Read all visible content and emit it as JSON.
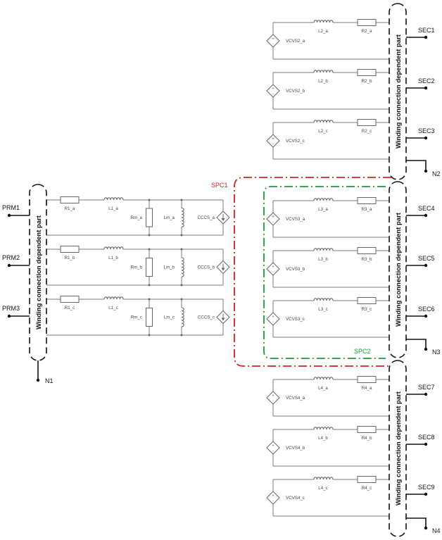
{
  "winding_label": "Winding connection dependent part",
  "primary": {
    "terminals": [
      "PRM1",
      "PRM2",
      "PRM3"
    ],
    "neutral": "N1",
    "phases": [
      {
        "r": "R1_a",
        "l": "L1_a",
        "rm": "Rm_a",
        "lm": "Lm_a",
        "src": "CCCS_a"
      },
      {
        "r": "R1_b",
        "l": "L1_b",
        "rm": "Rm_b",
        "lm": "Lm_b",
        "src": "CCCS_b"
      },
      {
        "r": "R1_c",
        "l": "L1_c",
        "rm": "Rm_c",
        "lm": "Lm_c",
        "src": "CCCS_c"
      }
    ]
  },
  "secondaries": [
    {
      "terminals": [
        "SEC1",
        "SEC2",
        "SEC3"
      ],
      "neutral": "N2",
      "phases": [
        {
          "l": "L2_a",
          "r": "R2_a",
          "src": "VCVS2_a"
        },
        {
          "l": "L2_b",
          "r": "R2_b",
          "src": "VCVS2_b"
        },
        {
          "l": "L2_c",
          "r": "R2_c",
          "src": "VCVS2_c"
        }
      ]
    },
    {
      "terminals": [
        "SEC4",
        "SEC5",
        "SEC6"
      ],
      "neutral": "N3",
      "phases": [
        {
          "l": "L3_a",
          "r": "R3_a",
          "src": "VCVS3_a"
        },
        {
          "l": "L3_b",
          "r": "R3_b",
          "src": "VCVS3_b"
        },
        {
          "l": "L3_c",
          "r": "R3_c",
          "src": "VCVS3_c"
        }
      ]
    },
    {
      "terminals": [
        "SEC7",
        "SEC8",
        "SEC9"
      ],
      "neutral": "N4",
      "phases": [
        {
          "l": "L4_a",
          "r": "R4_a",
          "src": "VCVS4_a"
        },
        {
          "l": "L4_b",
          "r": "R4_b",
          "src": "VCVS4_b"
        },
        {
          "l": "L4_c",
          "r": "R4_c",
          "src": "VCVS4_c"
        }
      ]
    }
  ],
  "spc1": {
    "label": "SPC1",
    "color": "#d42020"
  },
  "spc2": {
    "label": "SPC2",
    "color": "#1f9a3a"
  }
}
